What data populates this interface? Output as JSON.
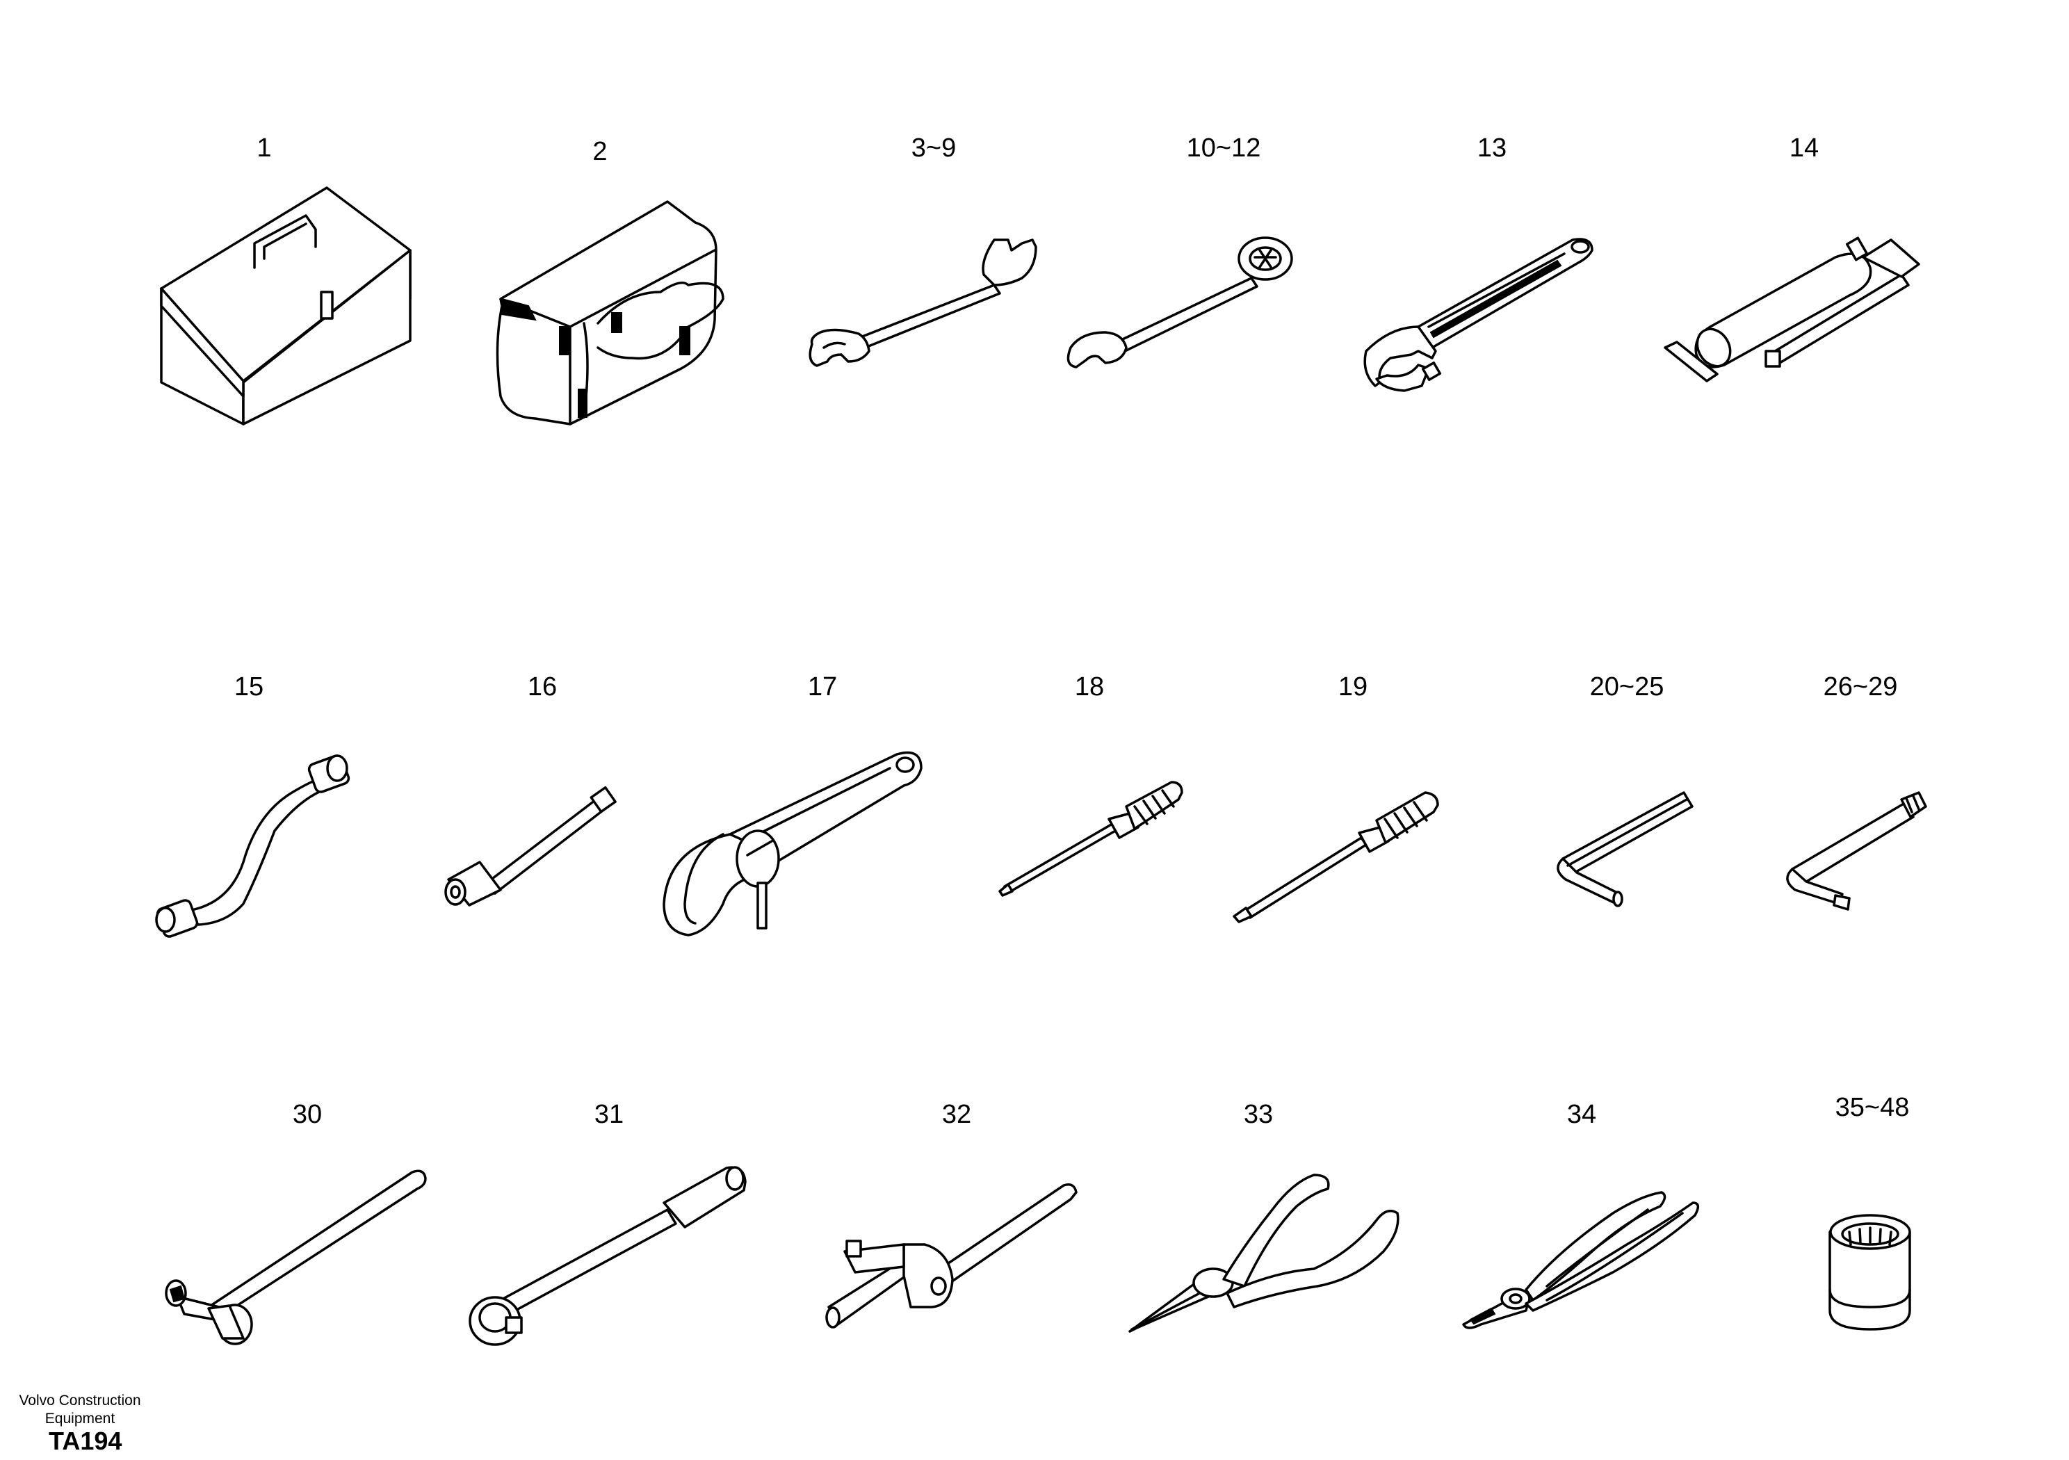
{
  "parts": [
    {
      "label": "1",
      "icon": "toolbox-icon"
    },
    {
      "label": "2",
      "icon": "tool-bag-icon"
    },
    {
      "label": "3~9",
      "icon": "double-open-end-wrench-icon"
    },
    {
      "label": "10~12",
      "icon": "combination-wrench-icon"
    },
    {
      "label": "13",
      "icon": "adjustable-wrench-icon"
    },
    {
      "label": "14",
      "icon": "grease-gun-icon"
    },
    {
      "label": "15",
      "icon": "offset-socket-wrench-icon"
    },
    {
      "label": "16",
      "icon": "extension-bar-icon"
    },
    {
      "label": "17",
      "icon": "filter-strap-wrench-icon"
    },
    {
      "label": "18",
      "icon": "phillips-screwdriver-icon"
    },
    {
      "label": "19",
      "icon": "flat-screwdriver-icon"
    },
    {
      "label": "20~25",
      "icon": "hex-key-icon"
    },
    {
      "label": "26~29",
      "icon": "torx-key-icon"
    },
    {
      "label": "30",
      "icon": "hammer-icon"
    },
    {
      "label": "31",
      "icon": "ratchet-handle-icon"
    },
    {
      "label": "32",
      "icon": "t-handle-icon"
    },
    {
      "label": "33",
      "icon": "needle-nose-pliers-icon"
    },
    {
      "label": "34",
      "icon": "slip-joint-pliers-icon"
    },
    {
      "label": "35~48",
      "icon": "socket-icon"
    }
  ],
  "footer": {
    "company_line1": "Volvo Construction",
    "company_line2": "Equipment",
    "code": "TA194"
  }
}
